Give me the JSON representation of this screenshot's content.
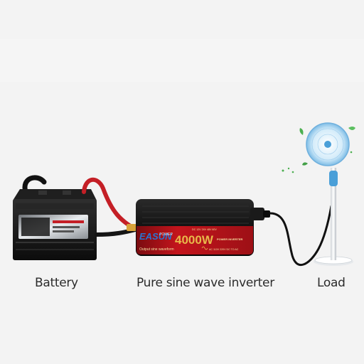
{
  "labels": {
    "battery": "Battery",
    "inverter": "Pure sine wave inverter",
    "load": "Load"
  },
  "inverter": {
    "brand": "EASUN",
    "brand_sub": "POWER",
    "rating": "4000W",
    "subtitle": "Output sine waveform",
    "badge": "POWER INVERTER",
    "spec_top": "DC 12V  24V  48V  60V",
    "spec_bottom": "AC 110V  220V  DC TO AC"
  },
  "colors": {
    "background": "#f3f3f3",
    "cable_red": "#c41f26",
    "cable_black": "#151515",
    "inverter_red": "#c3141c",
    "inverter_gold": "#e8b84a",
    "fan_blue": "#4a9fd8"
  },
  "icons": [
    "battery-icon",
    "inverter-icon",
    "fan-icon"
  ]
}
